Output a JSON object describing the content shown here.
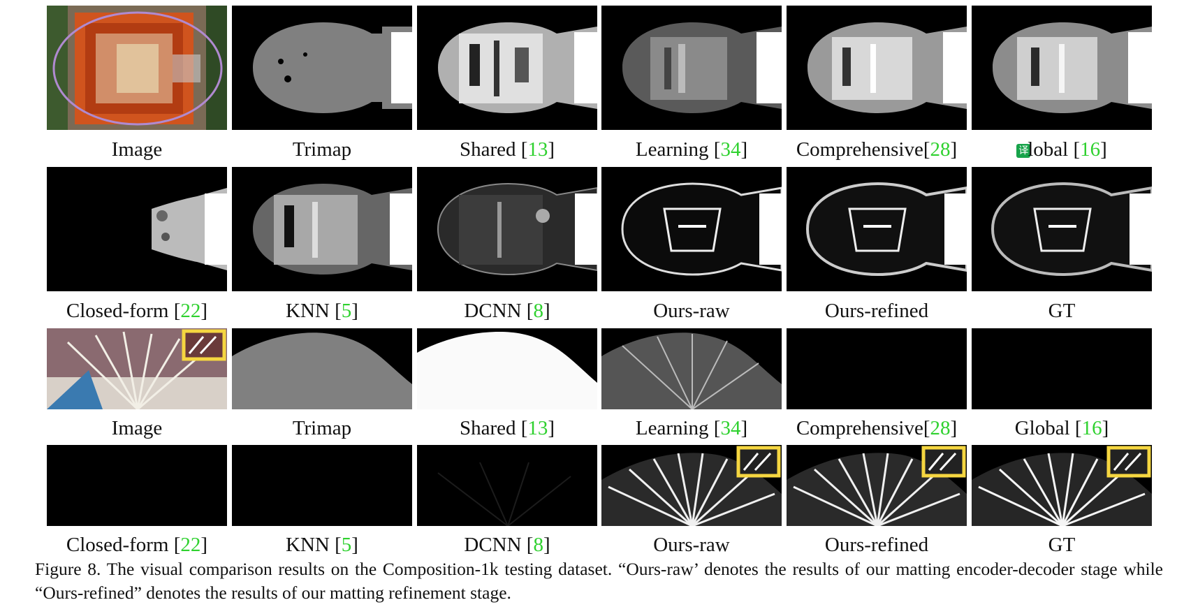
{
  "rows": [
    {
      "captions": [
        {
          "text": "Image",
          "ref": ""
        },
        {
          "text": "Trimap",
          "ref": ""
        },
        {
          "text": "Shared [",
          "ref": "13",
          "close": "]"
        },
        {
          "text": "Learning [",
          "ref": "34",
          "close": "]"
        },
        {
          "text": "Comprehensive[",
          "ref": "28",
          "close": "]"
        },
        {
          "text": "lobal [",
          "ref": "16",
          "close": "]"
        }
      ]
    },
    {
      "captions": [
        {
          "text": "Closed-form [",
          "ref": "22",
          "close": "]"
        },
        {
          "text": "KNN [",
          "ref": "5",
          "close": "]"
        },
        {
          "text": "DCNN [",
          "ref": "8",
          "close": "]"
        },
        {
          "text": "Ours-raw",
          "ref": ""
        },
        {
          "text": "Ours-refined",
          "ref": ""
        },
        {
          "text": "GT",
          "ref": ""
        }
      ]
    },
    {
      "captions": [
        {
          "text": "Image",
          "ref": ""
        },
        {
          "text": "Trimap",
          "ref": ""
        },
        {
          "text": "Shared [",
          "ref": "13",
          "close": "]"
        },
        {
          "text": "Learning [",
          "ref": "34",
          "close": "]"
        },
        {
          "text": "Comprehensive[",
          "ref": "28",
          "close": "]"
        },
        {
          "text": "Global [",
          "ref": "16",
          "close": "]"
        }
      ]
    },
    {
      "captions": [
        {
          "text": "Closed-form [",
          "ref": "22",
          "close": "]"
        },
        {
          "text": "KNN [",
          "ref": "5",
          "close": "]"
        },
        {
          "text": "DCNN [",
          "ref": "8",
          "close": "]"
        },
        {
          "text": "Ours-raw",
          "ref": ""
        },
        {
          "text": "Ours-refined",
          "ref": ""
        },
        {
          "text": "GT",
          "ref": ""
        }
      ]
    }
  ],
  "badge_glyph": "译",
  "figure_caption": "Figure 8. The visual comparison results on the Composition-1k testing dataset. “Ours-raw’ denotes the results of our matting encoder-decoder stage while “Ours-refined” denotes the results of our matting refinement stage.",
  "colors": {
    "ref": "#2fd12f",
    "highlight_box": "#f5d640",
    "badge": "#17a34a"
  }
}
